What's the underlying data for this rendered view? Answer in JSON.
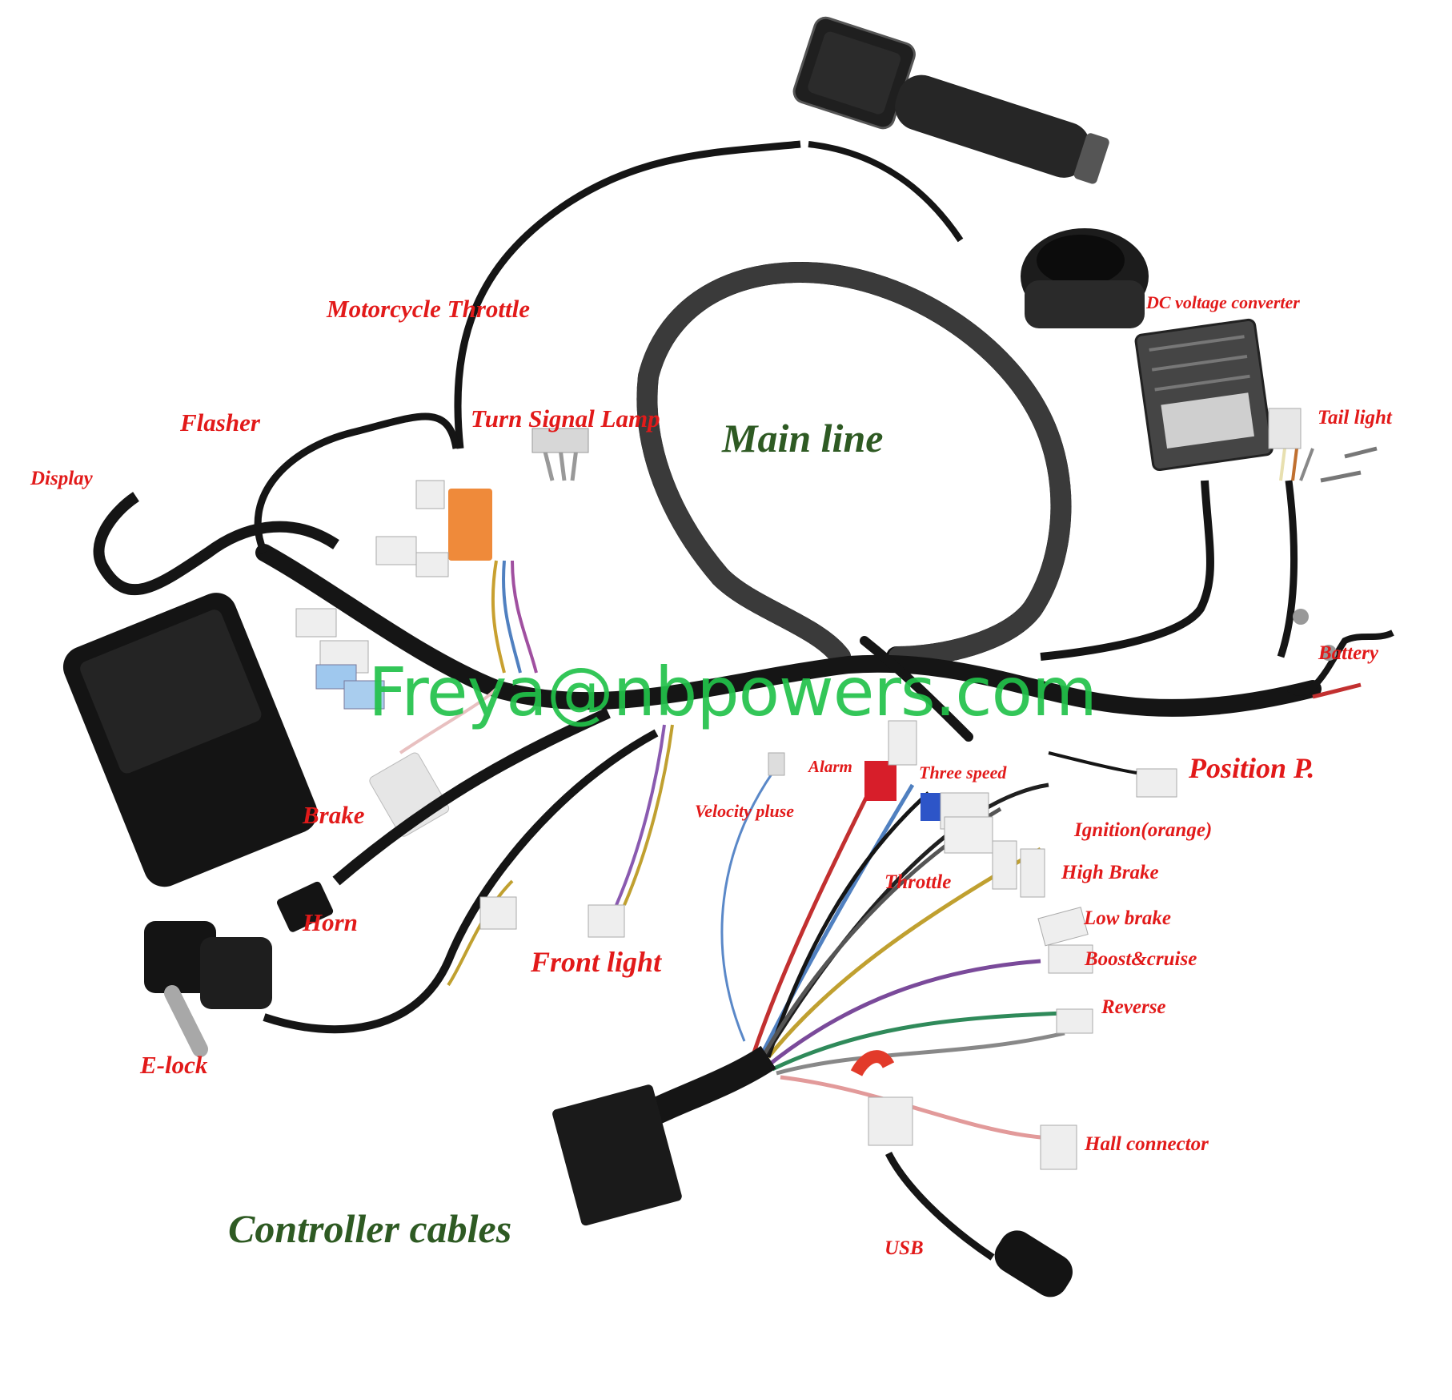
{
  "labels": {
    "motorcycle_throttle": "Motorcycle Throttle",
    "flasher": "Flasher",
    "display": "Display",
    "turn_signal_lamp": "Turn Signal Lamp",
    "main_line": "Main line",
    "dc_voltage_converter": "DC voltage converter",
    "tail_light": "Tail light",
    "battery": "Battery",
    "position_p": "Position P.",
    "alarm": "Alarm",
    "three_speed": "Three speed",
    "velocity_pluse": "Velocity pluse",
    "ignition": "Ignition(orange)",
    "brake": "Brake",
    "throttle": "Throttle",
    "high_brake": "High Brake",
    "low_brake": "Low brake",
    "horn": "Horn",
    "front_light": "Front light",
    "boost_cruise": "Boost&cruise",
    "reverse": "Reverse",
    "e_lock": "E-lock",
    "hall_connector": "Hall connector",
    "controller_cables": "Controller cables",
    "usb": "USB"
  },
  "watermark": "Freya@nbpowers.com",
  "colors": {
    "label_red": "#e21a1a",
    "label_green": "#2e5a23",
    "watermark_green": "#22c24a",
    "cable_black": "#151515"
  }
}
